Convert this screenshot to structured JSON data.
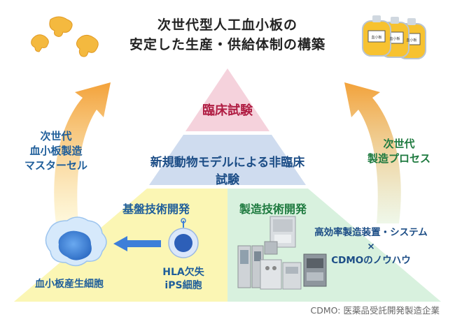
{
  "title": {
    "line1": "次世代型人工血小板の",
    "line2": "安定した生産・供給体制の構築"
  },
  "pyramid": {
    "top_label": "臨床試験",
    "middle_label": "新規動物モデルによる非臨床試験",
    "left_label": "基盤技術開発",
    "right_label": "製造技術開発"
  },
  "left_block": {
    "cell_label": "血小板産生細胞",
    "ips_label_line1": "HLA欠失",
    "ips_label_line2": "iPS細胞"
  },
  "right_block": {
    "line1": "高効率製造装置・システム",
    "line2": "×",
    "line3": "CDMOのノウハウ"
  },
  "left_side": {
    "line1": "次世代",
    "line2": "血小板製造",
    "line3": "マスターセル"
  },
  "right_side": {
    "line1": "次世代",
    "line2": "製造プロセス"
  },
  "bag_labels": [
    "血小板",
    "血小板",
    "血小板"
  ],
  "footnote": "CDMO: 医薬品受託開発製造企業",
  "colors": {
    "top_tier": "#f5d2dc",
    "middle_tier": "#cfdcef",
    "left_base": "#fbf6b4",
    "right_base": "#d8f1de",
    "arrow_orange": "#f3a23a",
    "platelet": "#f4b93f",
    "cell_blue": "#3d7fd9"
  },
  "icons": [
    "platelet-icon",
    "blood-bag-icon",
    "megakaryocyte-icon",
    "ips-cell-icon",
    "equipment-icon",
    "arrow-left-icon",
    "arrow-up-icon"
  ]
}
